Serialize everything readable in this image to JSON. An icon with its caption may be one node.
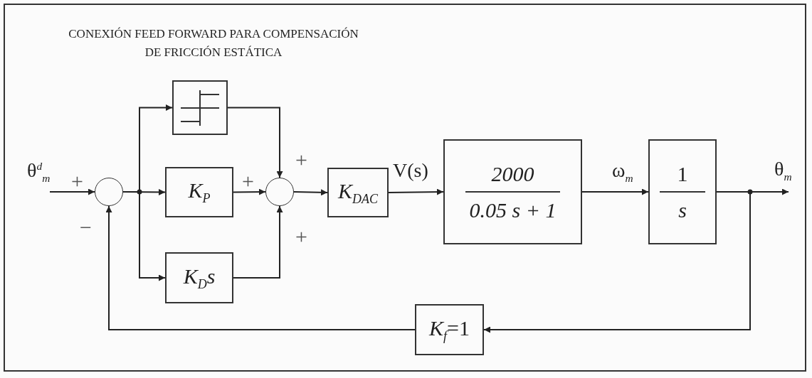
{
  "diagram": {
    "title": "CONEXIÓN FEED FORWARD PARA COMPENSACIÓN DE FRICCIÓN ESTÁTICA",
    "nodes": [
      {
        "text": [],
        "shape": "circle"
      },
      {
        "text": [],
        "shape": "box"
      },
      {
        "text": [
          "K$_{P}$"
        ]
      },
      {
        "text": [
          "K$_{D}$s"
        ]
      },
      {
        "text": [],
        "shape": "circle"
      },
      {
        "text": [
          "K$_{DAC}$"
        ]
      },
      {
        "text": [
          "2000",
          "0.05 s + 1"
        ]
      },
      {
        "text": [
          "1",
          "s"
        ]
      },
      {
        "text": [
          "*K*$_{f}$=1"
        ]
      }
    ],
    "edges": [
      {
        "from": null,
        "to": 0,
        "arrow": "to",
        "label": "θ$^{d}$$_{m}$"
      },
      {
        "from": 0,
        "to": 1,
        "arrow": "to"
      },
      {
        "from": 0,
        "to": 2,
        "arrow": "to"
      },
      {
        "from": 0,
        "to": 3,
        "arrow": "to"
      },
      {
        "from": 1,
        "to": 4,
        "arrow": "to"
      },
      {
        "from": 2,
        "to": 4,
        "arrow": "to"
      },
      {
        "from": 3,
        "to": 4,
        "arrow": "to"
      },
      {
        "from": 4,
        "to": 5,
        "arrow": "to"
      },
      {
        "from": 5,
        "to": 6,
        "arrow": "to",
        "label": "V(s)"
      },
      {
        "from": 6,
        "to": 7,
        "arrow": "to",
        "label": "ω$_{m}$"
      },
      {
        "from": 7,
        "to": null,
        "arrow": "to",
        "label": "θ$_{m}$"
      },
      {
        "from": 7,
        "to": 8,
        "arrow": "to"
      },
      {
        "from": 8,
        "to": 0,
        "arrow": "to"
      }
    ],
    "labels": [
      "+",
      "+",
      "+",
      "−",
      "+"
    ]
  }
}
